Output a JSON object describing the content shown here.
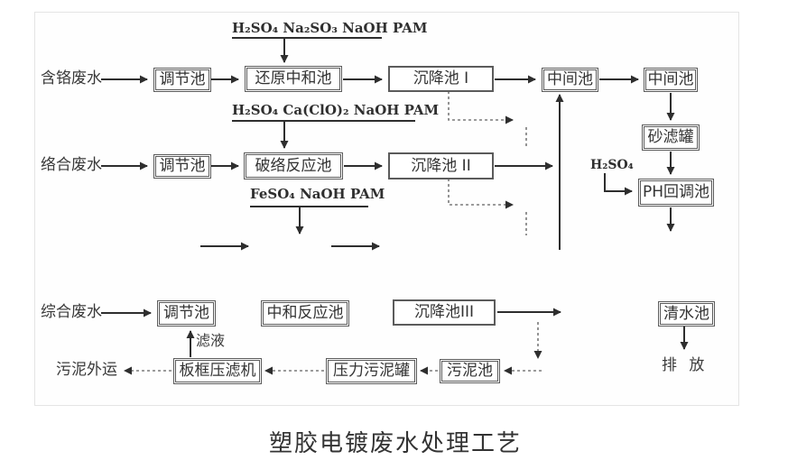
{
  "caption": "塑胶电镀废水处理工艺",
  "diagram": {
    "sources": {
      "chrome": "含铬废水",
      "complex": "络合废水",
      "mixed": "综合废水"
    },
    "reagents": {
      "line1": "H₂SO₄ Na₂SO₃ NaOH PAM",
      "line2": "H₂SO₄ Ca(ClO)₂ NaOH PAM",
      "line3": "FeSO₄ NaOH PAM",
      "ph_dose": "H₂SO₄"
    },
    "tanks": {
      "regulating1": "调节池",
      "reduction_neutralization": "还原中和池",
      "settling1": "沉降池 I",
      "intermediate1": "中间池",
      "intermediate2": "中间池",
      "regulating2": "调节池",
      "complex_breaking": "破络反应池",
      "settling2": "沉降池 II",
      "sand_filter": "砂滤罐",
      "ph_readjust": "PH回调池",
      "regulating3": "调节池",
      "neutralization_reaction": "中和反应池",
      "settling3": "沉降池III",
      "clean_water": "清水池",
      "plate_frame_press": "板框压滤机",
      "pressure_sludge_tank": "压力污泥罐",
      "sludge_pool": "污泥池"
    },
    "labels": {
      "discharge": "排 放",
      "sludge_out": "污泥外运",
      "filtrate": "滤液"
    }
  },
  "colors": {
    "solid_line": "#2e2e2e",
    "dashed_line": "#7a7a7a",
    "box_border": "#5b5b5b",
    "text": "#3a3a3a",
    "frame_border": "#e4e4e4",
    "background": "#ffffff"
  }
}
